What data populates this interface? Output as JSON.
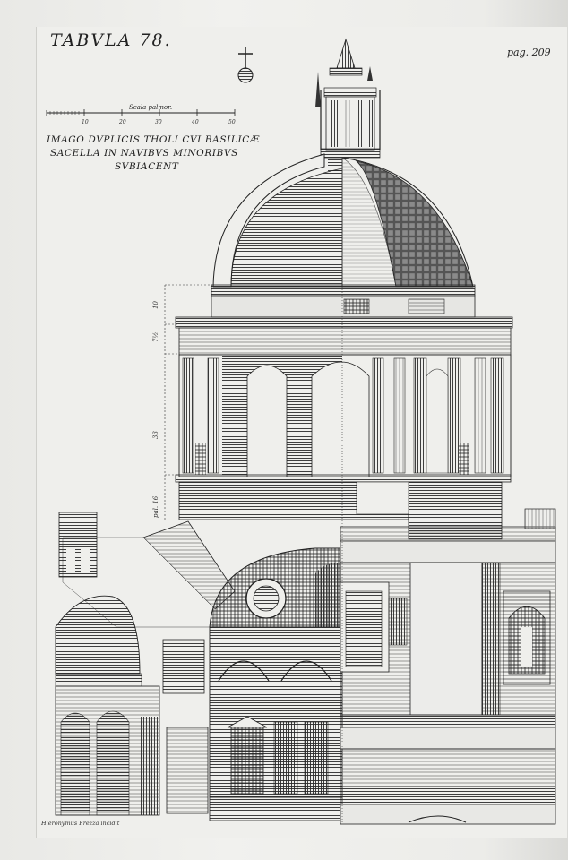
{
  "plate": {
    "title": "TABVLA 78.",
    "page_ref": "pag. 209",
    "caption_lines": [
      "IMAGO DVPLICIS THOLI CVI BASILICÆ",
      "SACELLA IN NAVIBVS MINORIBVS",
      "SVBIACENT"
    ],
    "signature": "Hieronymus Frezza incidit"
  },
  "scale_bar": {
    "label": "Scala palmor.",
    "ticks": [
      "10",
      "20",
      "30",
      "40",
      "50"
    ]
  },
  "dimensions": {
    "labels": [
      "10",
      "7½",
      "33",
      "pal. 16"
    ]
  },
  "colors": {
    "ink": "#1f1f1f",
    "paper": "#efefec",
    "hatch_dark": "#2a2a2a",
    "hatch_light": "#7a7a7a"
  }
}
